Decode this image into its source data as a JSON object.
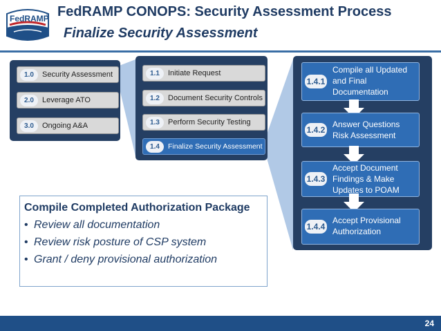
{
  "header": {
    "title": "FedRAMP CONOPS: Security Assessment Process",
    "subtitle": "Finalize Security Assessment",
    "logo": {
      "text": "FedRAMP",
      "tm": "™",
      "colors": [
        "#1f4f87",
        "#c0282d"
      ]
    }
  },
  "phases": [
    {
      "num": "1.0",
      "label": "Security Assessment",
      "active": true
    },
    {
      "num": "2.0",
      "label": "Leverage ATO",
      "active": false
    },
    {
      "num": "3.0",
      "label": "Ongoing A&A",
      "active": false
    }
  ],
  "steps": [
    {
      "num": "1.1",
      "label": "Initiate Request",
      "active": false
    },
    {
      "num": "1.2",
      "label": "Document Security Controls",
      "active": false
    },
    {
      "num": "1.3",
      "label": "Perform Security Testing",
      "active": false
    },
    {
      "num": "1.4",
      "label": "Finalize Security Assessment",
      "active": true
    }
  ],
  "substeps": [
    {
      "num": "1.4.1",
      "lines": [
        "Compile all Updated",
        "and Final",
        "Documentation"
      ]
    },
    {
      "num": "1.4.2",
      "lines": [
        "Answer Questions",
        "Risk Assessment"
      ]
    },
    {
      "num": "1.4.3",
      "lines": [
        "Accept Document",
        "Findings & Make",
        "Updates to POAM"
      ]
    },
    {
      "num": "1.4.4",
      "lines": [
        "Accept Provisional",
        "Authorization"
      ]
    }
  ],
  "package": {
    "title": "Compile Completed Authorization Package",
    "items": [
      "Review all documentation",
      "Review risk posture of CSP system",
      "Grant / deny provisional authorization"
    ]
  },
  "footer": {
    "page": "24"
  },
  "colors": {
    "navy": "#1f3b63",
    "panel": "#253f63",
    "active": "#2f6db5",
    "connector": "#a8c3e3",
    "footer": "#1f4f87"
  }
}
